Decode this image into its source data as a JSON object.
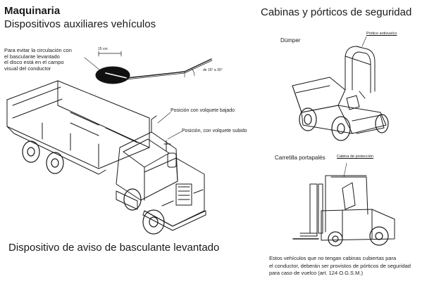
{
  "header": {
    "section": "Maquinaria",
    "subtitle": "Dispositivos auxiliares vehículos",
    "right_title": "Cabinas y pórticos de seguridad"
  },
  "truck_figure": {
    "note_lines": [
      "Para evitar la circulación con",
      "el basculante levantado",
      "el disco está en el campo",
      "visual del conductor"
    ],
    "dimension_label": "15 cm",
    "angle_label": "de 15° a 30°",
    "label_down": "Posición con volquete bajado",
    "label_up": "Posición, con volquete subido",
    "caption": "Dispositivo de aviso de basculante levantado"
  },
  "dumper_figure": {
    "title": "Dúmper",
    "label": "Pórtico antivuelco"
  },
  "forklift_figure": {
    "title": "Carretilla portapalés",
    "label": "Cabina de protección"
  },
  "footer": {
    "lines": [
      "Estos vehículos que no tengan cabinas cubiertas para",
      "el conductor, deberán ser provistos de pórticos de seguridad",
      "para caso de vuelco (art. 124 O.G.S.M.)"
    ]
  }
}
